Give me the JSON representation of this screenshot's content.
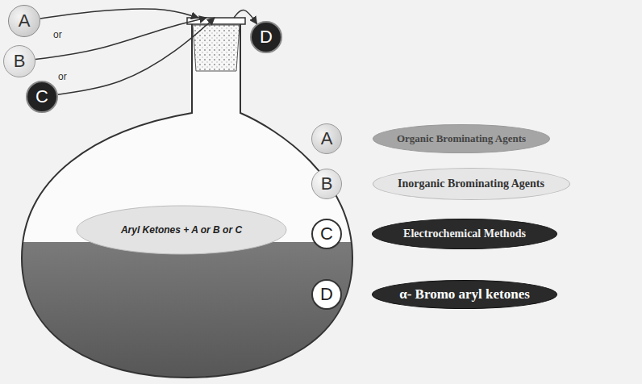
{
  "diagram": {
    "nodes": [
      {
        "text": [
          "A"
        ]
      },
      {
        "text": [
          "B"
        ]
      },
      {
        "text": [
          "C"
        ]
      },
      {
        "text": [
          "Aryl Ketones + A or B or C"
        ]
      },
      {
        "text": [
          "D"
        ]
      },
      {
        "text": [
          "A"
        ]
      },
      {
        "text": [
          "Organic Brominating Agents"
        ]
      },
      {
        "text": [
          "B"
        ]
      },
      {
        "text": [
          "Inorganic Brominating Agents"
        ]
      },
      {
        "text": [
          "C"
        ]
      },
      {
        "text": [
          "Electrochemical Methods"
        ]
      },
      {
        "text": [
          "D"
        ]
      },
      {
        "text": [
          "α- Bromo aryl ketones"
        ]
      }
    ],
    "edges": [
      {
        "from": 0,
        "to": 3,
        "arrow": "to"
      },
      {
        "from": 1,
        "to": 3,
        "arrow": "to"
      },
      {
        "from": 2,
        "to": 3,
        "arrow": "to"
      },
      {
        "from": 3,
        "to": 4,
        "arrow": "to"
      }
    ],
    "labels": [
      "or",
      "or"
    ]
  }
}
